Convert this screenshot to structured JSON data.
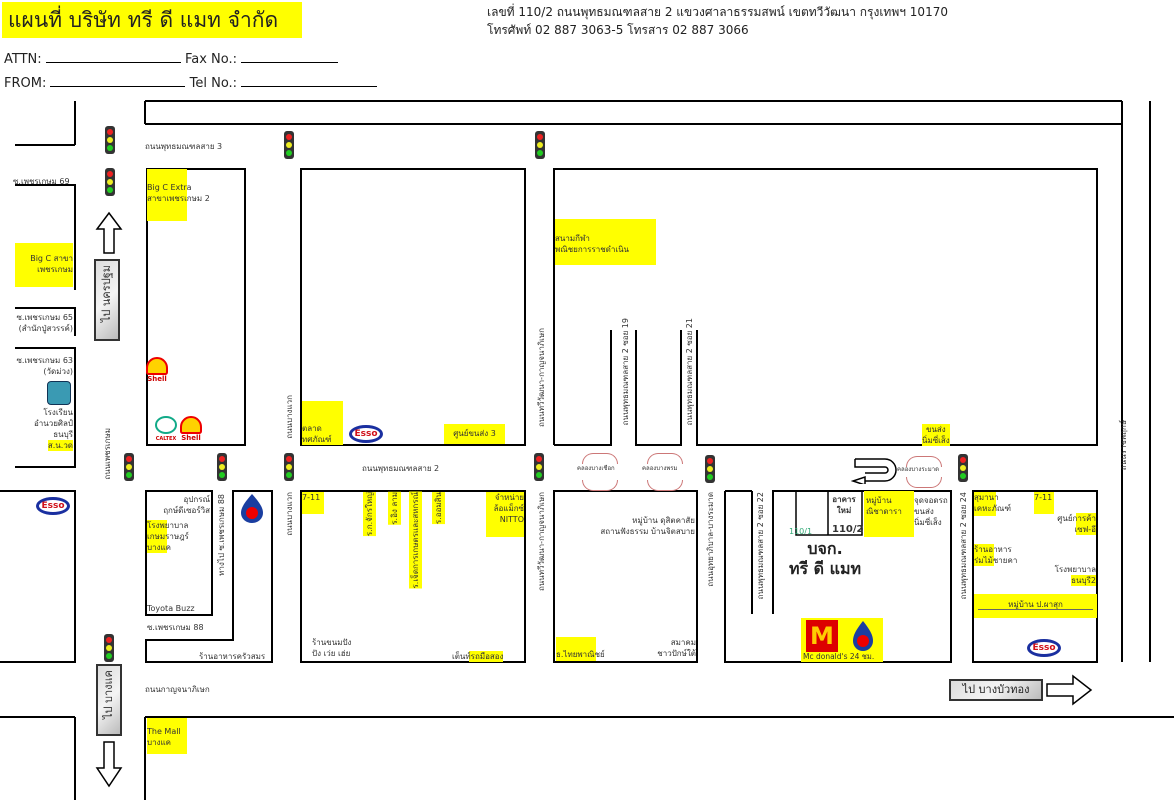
{
  "header": {
    "title": "แผนที่ บริษัท ทรี ดี แมท จำกัด",
    "address_line1": "เลขที่ 110/2  ถนนพุทธมณฑลสาย 2  แขวงศาลาธรรมสพน์  เขตทวีวัฒนา  กรุงเทพฯ  10170",
    "address_line2": "โทรศัพท์ 02 887 3063-5  โทรสาร 02 887 3066"
  },
  "form": {
    "attn_label": "ATTN:",
    "fax_label": "Fax No.:",
    "from_label": "FROM:",
    "tel_label": "Tel No.:"
  },
  "roads": {
    "phutthamonthon3": "ถนนพุทธมณฑลสาย 3",
    "phutthamonthon2": "ถนนพุทธมณฑลสาย 2",
    "phetkasem": "ถนนเพชรเกษม",
    "bangwaek_top": "ถนนบางแวก",
    "bangwaek_bottom": "ถนนบางแวก",
    "thawiwatthana_top": "ถนนทวีวัฒนา-กาญจนาภิเษก",
    "thawiwatthana_bottom": "ถนนทวีวัฒนา-กาญจนาภิเษก",
    "soi19": "ถนนพุทธมณฑลสาย 2 ซอย 19",
    "soi21": "ถนนพุทธมณฑลสาย 2 ซอย 21",
    "soi22": "ถนนพุทธมณฑลสาย 2 ซอย 22",
    "soi24": "ถนนพุทธมณฑลสาย 2 ซอย 24",
    "uthayan": "ถนนอุทยาภิบาล-บางระมาด",
    "ratchaphruek": "ถนนราชพฤกษ์",
    "kanchanaphisek": "ถนนกาญจนาภิเษก",
    "soi_phet88_side": "ทางไป ซ.เพชรเกษม 88"
  },
  "left_side": {
    "soi69": "ซ.เพชรเกษม 69",
    "bigc_1": "Big C สาขา",
    "bigc_2": "เพชรเกษม",
    "soi65": "ซ.เพชรเกษม 65",
    "soi65_note": "(สำนักปู่สวรรค์)",
    "soi63": "ซ.เพชรเกษม 63",
    "soi63_note": "(วัดม่วง)",
    "school_1": "โรงเรียน",
    "school_2": "อำนวยศิลป์",
    "school_3": "ธนบุรี",
    "police": "ส.น.วด"
  },
  "places": {
    "bigc_extra_1": "Big C Extra",
    "bigc_extra_2": "สาขาเพชรเกษม 2",
    "market_1": "ตลาด",
    "market_2": "ทศภัณฑ์",
    "transport3": "ศูนย์ขนส่ง 3",
    "stadium_1": "สนามกีฬา",
    "stadium_2": "พณิชยการราชดำเนิน",
    "nimchi_1": "ขนส่ง",
    "nimchi_2": "นิ่มซี่เส็ง",
    "canal1": "คลองบางเชือก",
    "canal2": "คลองบางพรม",
    "canal3": "คลองบางระมาด",
    "equip_1": "อุปกรณ์",
    "equip_2": "ฤกษ์ดีเซอร์วิส",
    "hosp_1": "โรงพยาบาล",
    "hosp_2": "เกษมราษฎร์",
    "hosp_3": "บางแค",
    "toyota": "Toyota Buzz",
    "soi88": "ซ.เพชรเกษม 88",
    "restaurant_krua": "ร้านอาหารครัวสมร",
    "seven_a": "7-11",
    "shop_v1": "ร.ก.จักรใหญ่",
    "shop_v2": "ร.อิง ลาม",
    "shop_v3": "ร.เจ็ดการเกษตรและสหกรณ์",
    "shop_v4": "ร.ออมสิน",
    "nitto_1": "จำหน่าย",
    "nitto_2": "ล้อแม็กซ์",
    "nitto_3": "NITTO",
    "bakery_1": "ร้านขนมปัง",
    "bakery_2": "ปัง เว่ย เฮ่ย",
    "tools": "เต็นท์รถมือสอง",
    "village_a": "หมู่บ้าน ดุสิตคาสัย",
    "dharma": "สถานฟังธรรม บ้านจิตสบาย",
    "bank": "ธ.ไทยพาณิชย์",
    "assoc_1": "สมาคม",
    "assoc_2": "ชาวปักษ์ใต้",
    "bldg_new_1": "อาคาร",
    "bldg_new_2": "ใหม่",
    "no_110_1": "110/1",
    "no_110_2": "110/2",
    "village_b_1": "หมู่บ้าน",
    "village_b_2": "ณิชาดารา",
    "stop_1": "จุดจอดรถ",
    "stop_2": "ขนส่ง",
    "stop_3": "นิ่มซี่เส็ง",
    "company_1": "บจก.",
    "company_2": "ทรี ดี แมท",
    "mcd": "Mc donald's 24 ชม.",
    "sumana_1": "สุมานา",
    "sumana_2": "เคหะภัณฑ์",
    "seven_b": "7-11",
    "mall_1": "ศูนย์การค้า",
    "mall_2": "เซฟ-อี",
    "rest_1": "ร้านอาหาร",
    "rest_2": "ร่มไม้ชายคา",
    "hosp2_1": "โรงพยาบาล",
    "hosp2_2": "ธนบุรี2",
    "village_c": "หมู่บ้าน ป.ผาสุก",
    "themall_1": "The Mall",
    "themall_2": "บางแค"
  },
  "signs": {
    "to_nakhonpathom": "ไป นครปฐม",
    "to_bangkhae": "ไป บางแค",
    "to_bangbuathong": "ไป บางบัวทอง"
  },
  "logos": {
    "esso": "Esso",
    "shell": "Shell",
    "caltex": "CALTEX"
  },
  "colors": {
    "highlight": "#ffff00",
    "road_line": "#000000"
  }
}
